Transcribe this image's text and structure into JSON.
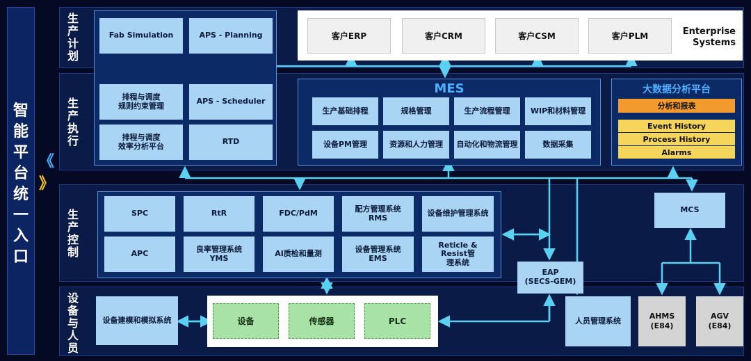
{
  "sidebar": {
    "title": "智能平台统一入口",
    "chevrons_left": "《",
    "chevrons_right": "》"
  },
  "rows": {
    "plan_label": "生产计划",
    "exec_label": "生产执行",
    "control_label": "生产控制",
    "device_label": "设备与人员"
  },
  "planning": {
    "fab_simulation": "Fab Simulation",
    "aps_planning": "APS - Planning",
    "schedule_rules": "排程与调度\n规则约束管理",
    "aps_scheduler": "APS - Scheduler",
    "schedule_analysis": "排程与调度\n效率分析平台",
    "rtd": "RTD"
  },
  "enterprise": {
    "erp": "客户ERP",
    "crm": "客户CRM",
    "csm": "客户CSM",
    "plm": "客户PLM",
    "label": "Enterprise\nSystems"
  },
  "mes": {
    "title": "MES",
    "items": [
      "生产基础排程",
      "规格管理",
      "生产流程管理",
      "WIP和材料管理",
      "设备PM管理",
      "资源和人力管理",
      "自动化和物流管理",
      "数据采集"
    ]
  },
  "bigdata": {
    "title": "大数据分析平台",
    "report": "分析和报表",
    "event_history": "Event History",
    "process_history": "Process History",
    "alarms": "Alarms"
  },
  "control": {
    "spc": "SPC",
    "rtr": "RtR",
    "fdc": "FDC/PdM",
    "rms": "配方管理系统 RMS",
    "equip_maint": "设备维护管理系统",
    "apc": "APC",
    "yms": "良率管理系统 YMS",
    "ai_inspect": "AI质检和量测",
    "ems": "设备管理系统\nEMS",
    "reticle": "Reticle & Resist管\n理系统"
  },
  "mcs": "MCS",
  "eap": "EAP\n(SECS-GEM)",
  "devices": {
    "modeling": "设备建模和模拟系统",
    "equipment": "设备",
    "sensor": "传感器",
    "plc": "PLC",
    "personnel": "人员管理系统",
    "ahms": "AHMS\n(E84)",
    "agv": "AGV\n(E84)"
  },
  "colors": {
    "background": "#040a24",
    "panel": "#0b1b48",
    "box": "#a9d4f3",
    "connector": "#5ad1f0",
    "accent_title": "#4fb0ff",
    "orange": "#f29a2e",
    "yellow": "#f5d65a",
    "green_box": "#a9e2a6"
  }
}
